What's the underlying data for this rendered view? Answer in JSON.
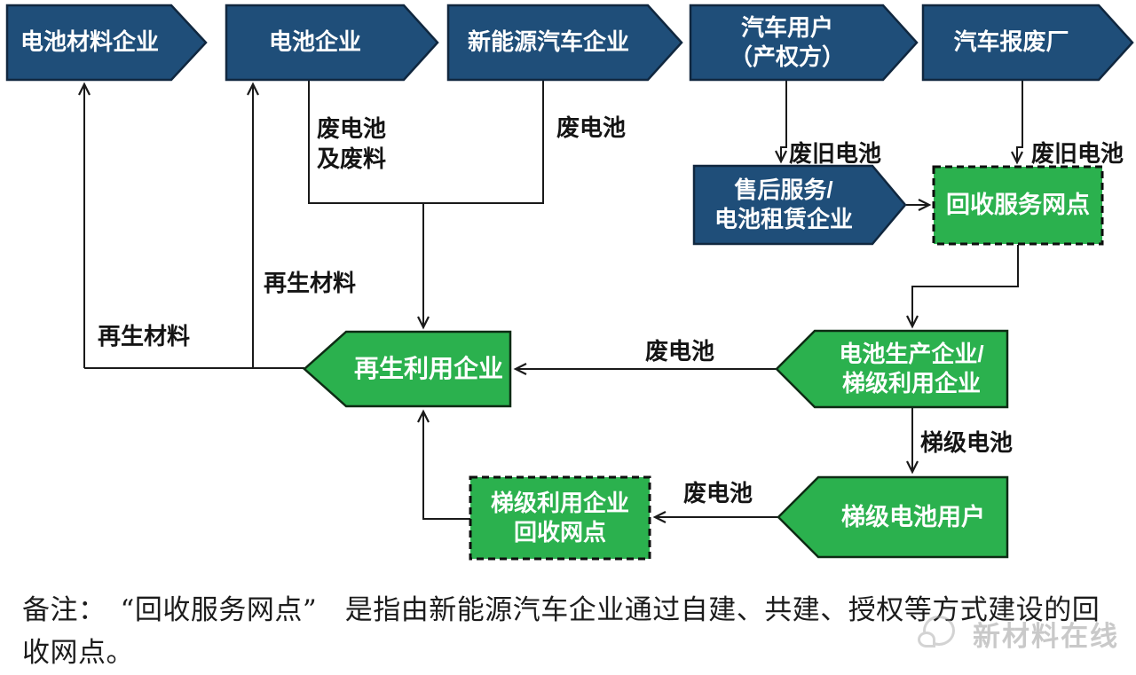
{
  "colors": {
    "blue_fill": "#1F4E79",
    "blue_border": "#10273F",
    "green_fill": "#2BB14E",
    "green_border": "#0E2B14",
    "line": "#1A1A1A",
    "box_text": "#FFFFFF",
    "label_text": "#141414",
    "watermark": "#9E9E9E"
  },
  "nodes": {
    "battery_material": {
      "label": "电池材料企业"
    },
    "battery_maker": {
      "label": "电池企业"
    },
    "nev_maker": {
      "label": "新能源汽车企业"
    },
    "car_user": {
      "label": "汽车用户\n（产权方）"
    },
    "car_scrapyard": {
      "label": "汽车报废厂"
    },
    "aftersales": {
      "label": "售后服务/\n电池租赁企业"
    },
    "recycle_network": {
      "label": "回收服务网点"
    },
    "regen": {
      "label": "再生利用企业"
    },
    "producer_cascade": {
      "label": "电池生产企业/\n梯级利用企业"
    },
    "cascade_user": {
      "label": "梯级电池用户"
    },
    "cascade_network": {
      "label": "梯级利用企业\n回收网点"
    }
  },
  "edge_labels": {
    "waste_battery_scrap": "废电池\n及废料",
    "waste_battery_nev": "废电池",
    "used_battery_user": "废旧电池",
    "used_battery_scrapyard": "废旧电池",
    "recycled_material_upper": "再生材料",
    "recycled_material_lower": "再生材料",
    "waste_battery_producer": "废电池",
    "cascade_battery": "梯级电池",
    "waste_battery_cascade": "废电池"
  },
  "note": {
    "text": "备注：　“回收服务网点”　是指由新能源汽车企业通过自建、共建、授权等方式建设的回收网点。"
  },
  "watermark": {
    "text": "新材料在线"
  }
}
